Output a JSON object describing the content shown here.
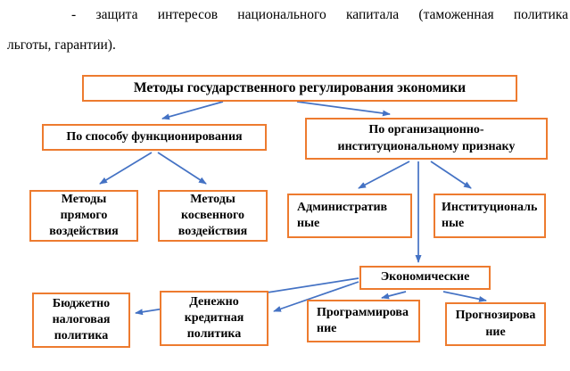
{
  "colors": {
    "box_border": "#ED7B2F",
    "arrow": "#4472C4",
    "text": "#000000",
    "background": "#FFFFFF"
  },
  "intro": {
    "line1": "- защита интересов национального капитала (таможенная политика",
    "line2": "льготы, гарантии)."
  },
  "diagram": {
    "root": "Методы государственного регулирования экономики",
    "functional": "По способу функционирования",
    "organizational": [
      "По организационно-",
      "институциональному признаку"
    ],
    "direct": [
      "Методы",
      "прямого",
      "воздействия"
    ],
    "indirect": [
      "Методы",
      "косвенного",
      "воздействия"
    ],
    "administrative": [
      "Административ",
      "ные"
    ],
    "institutional": [
      "Институциональ",
      "ные"
    ],
    "economic": "Экономические",
    "budget_tax": [
      "Бюджетно",
      "налоговая",
      "политика"
    ],
    "monetary": [
      "Денежно",
      "кредитная",
      "политика"
    ],
    "programming": [
      "Программирова",
      "ние"
    ],
    "forecasting": [
      "Прогнозирова",
      "ние"
    ]
  }
}
